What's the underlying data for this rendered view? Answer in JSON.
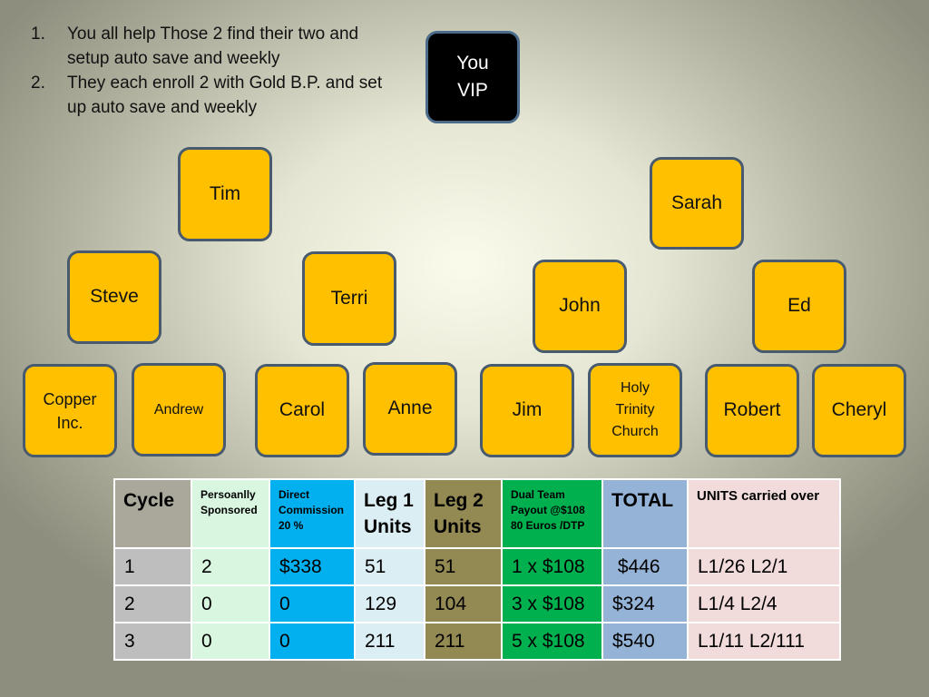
{
  "instructions": [
    {
      "num": "1.",
      "text": "You all help Those 2 find their two and setup auto save and weekly"
    },
    {
      "num": "2.",
      "text": "They each enroll 2 with Gold B.P. and set up auto save and weekly"
    }
  ],
  "nodes": {
    "vip": "You\nVIP",
    "tim": "Tim",
    "sarah": "Sarah",
    "steve": "Steve",
    "terri": "Terri",
    "john": "John",
    "ed": "Ed",
    "copper": "Copper\nInc.",
    "andrew": "Andrew",
    "carol": "Carol",
    "anne": "Anne",
    "jim": "Jim",
    "holy": "Holy\nTrinity\nChurch",
    "robert": "Robert",
    "cheryl": "Cheryl"
  },
  "table": {
    "headers": [
      "Cycle",
      "Persoanlly Sponsored",
      "Direct Commission 20 %",
      "Leg 1 Units",
      "Leg 2 Units",
      "Dual Team Payout  @$108 80 Euros /DTP",
      "TOTAL",
      "UNITS carried over"
    ],
    "rows": [
      [
        "1",
        "2",
        "$338",
        "51",
        "51",
        "1 x $108",
        " $446",
        "L1/26 L2/1"
      ],
      [
        "2",
        "0",
        "0",
        "129",
        "104",
        "3 x $108",
        "$324",
        "L1/4 L2/4"
      ],
      [
        "3",
        "0",
        "0",
        "211",
        "211",
        "5 x $108",
        "$540",
        "L1/11 L2/111"
      ]
    ]
  }
}
